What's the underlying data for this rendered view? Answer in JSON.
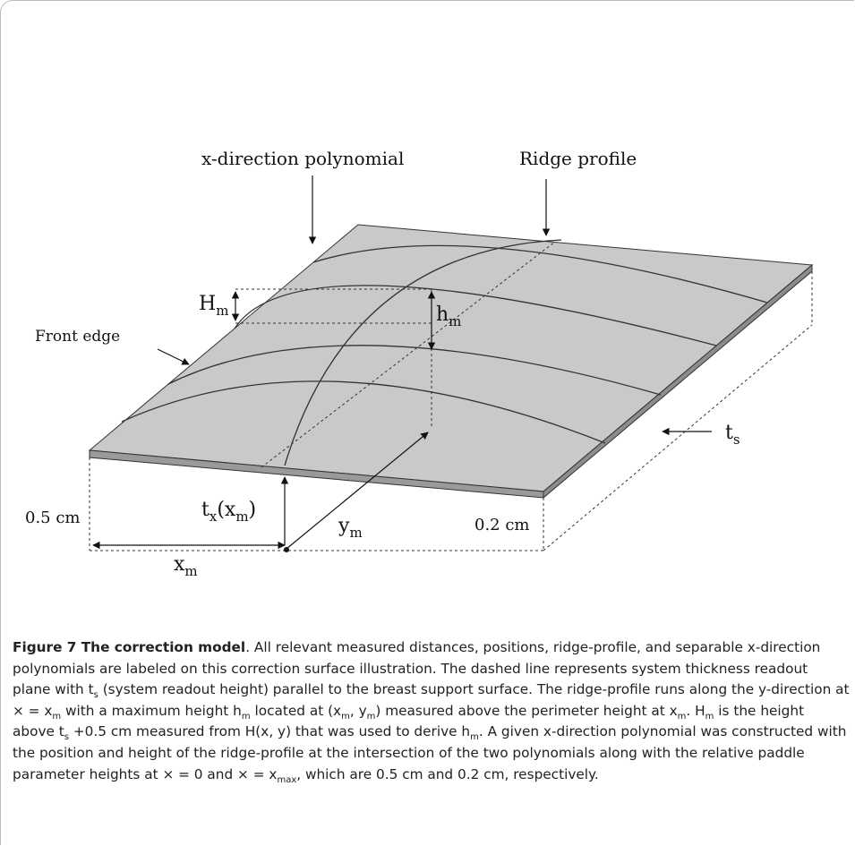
{
  "figure": {
    "labels": {
      "x_poly": "x-direction polynomial",
      "ridge": "Ridge profile",
      "front_edge": "Front edge",
      "H": "H",
      "H_sub": "m",
      "h": "h",
      "h_sub": "m",
      "t": "t",
      "t_sub": "s",
      "tx_main": "t",
      "tx_sub": "x",
      "tx_arg": "(x",
      "tx_arg_sub": "m",
      "tx_close": ")",
      "y": "y",
      "y_sub": "m",
      "x": "x",
      "x_sub": "m",
      "cm05": "0.5 cm",
      "cm02": "0.2 cm"
    },
    "colors": {
      "surface": "#c9c9c9",
      "edge": "#9a9a9a",
      "line": "#222222"
    }
  },
  "caption": {
    "title": "Figure 7 The correction model",
    "p1": ". All relevant measured distances, positions, ridge-profile, and separable x-direction polynomials are labeled on this correction surface illustration. The dashed line represents system thickness readout plane with t",
    "s1": "s",
    "p2": " (system readout height) parallel to the breast support surface. The ridge-profile runs along the y-direction at × = x",
    "s2": "m",
    "p3": " with a maximum height h",
    "s3": "m",
    "p4": " located at (x",
    "s4": "m",
    "p5": ", y",
    "s5": "m",
    "p6": ") measured above the perimeter height at x",
    "s6": "m",
    "p7": ". H",
    "s7": "m",
    "p8": " is the height above t",
    "s8": "s",
    "p9": " +0.5 cm measured from H(x, y) that was used to derive h",
    "s9": "m",
    "p10": ". A given x-direction polynomial was constructed with the position and height of the ridge-profile at the intersection of the two polynomials along with the relative paddle parameter heights at × = 0 and × = x",
    "s10": "max",
    "p11": ", which are 0.5 cm and 0.2 cm, respectively."
  }
}
